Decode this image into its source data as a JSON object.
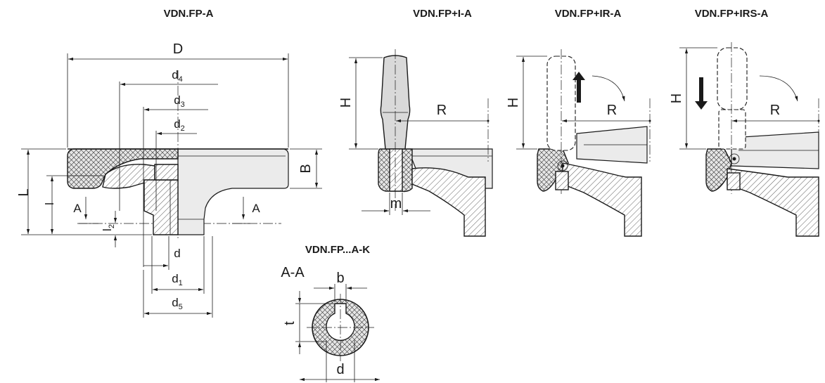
{
  "titles": {
    "main": "VDN.FP-A",
    "handle_fixed": "VDN.FP+I-A",
    "handle_revolving": "VDN.FP+IR-A",
    "handle_retractable": "VDN.FP+IRS-A",
    "keyway_variant": "VDN.FP...A-K"
  },
  "dimensions": {
    "D": "D",
    "d4_main": "d",
    "d4_sub": "4",
    "d3_main": "d",
    "d3_sub": "3",
    "d2_main": "d",
    "d2_sub": "2",
    "L": "L",
    "l": "l",
    "l2_main": "l",
    "l2_sub": "2",
    "B": "B",
    "d": "d",
    "d1_main": "d",
    "d1_sub": "1",
    "d5_main": "d",
    "d5_sub": "5",
    "section_marker": "A",
    "H": "H",
    "R": "R",
    "m": "m",
    "section_label": "A-A",
    "b": "b",
    "t": "t",
    "bore_d": "d"
  }
}
